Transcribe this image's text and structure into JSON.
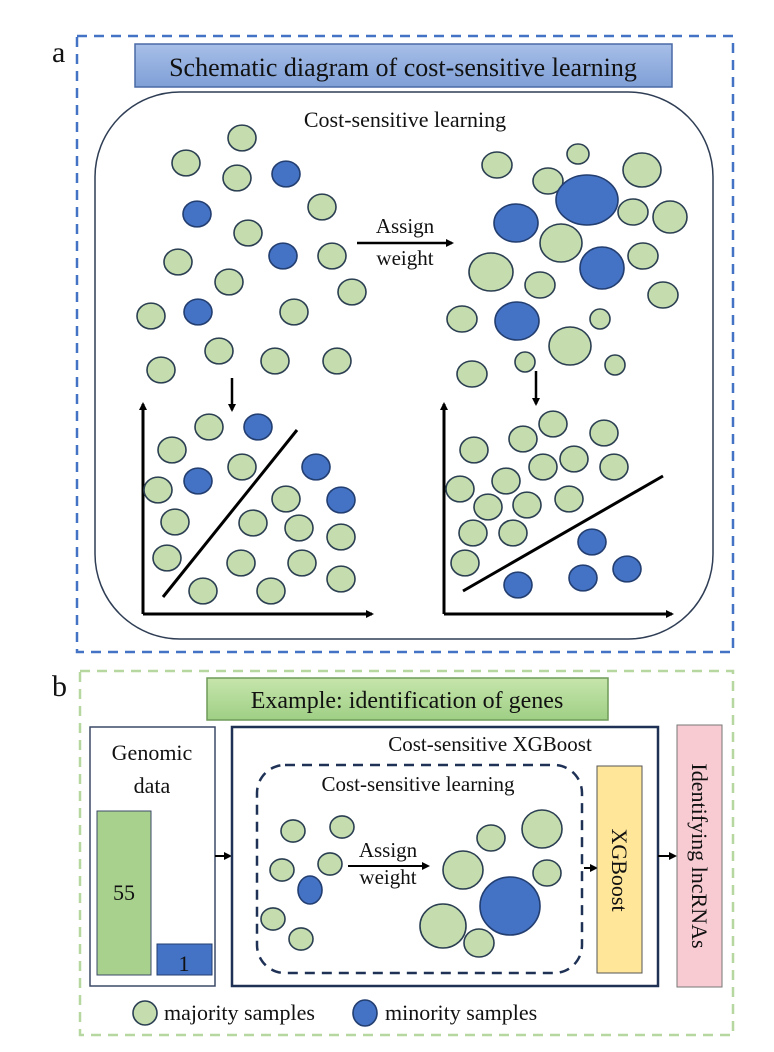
{
  "panel_a": {
    "label": "a",
    "title": "Schematic diagram of cost-sensitive learning",
    "inner_title": "Cost-sensitive learning",
    "assign_label_1": "Assign",
    "assign_label_2": "weight",
    "colors": {
      "frame": "#4472c4",
      "title_fill": "#8eaadb",
      "majority": "#c5dcae",
      "minority": "#4472c4"
    }
  },
  "panel_b": {
    "label": "b",
    "title": "Example: identification of genes",
    "genomic_label_1": "Genomic",
    "genomic_label_2": "data",
    "majority_count": "55",
    "minority_count": "1",
    "xgb_outer_title": "Cost-sensitive XGBoost",
    "xgb_inner_title": "Cost-sensitive learning",
    "assign_label_1": "Assign",
    "assign_label_2": "weight",
    "xgboost_label": "XGBoost",
    "output_label": "Identifying lncRNAs",
    "colors": {
      "frame": "#a9d08e",
      "title_fill": "#a9d18e",
      "xgboost": "#ffe699",
      "output": "#f8cbd3"
    }
  },
  "legend": {
    "majority": "majority samples",
    "minority": "minority samples"
  }
}
